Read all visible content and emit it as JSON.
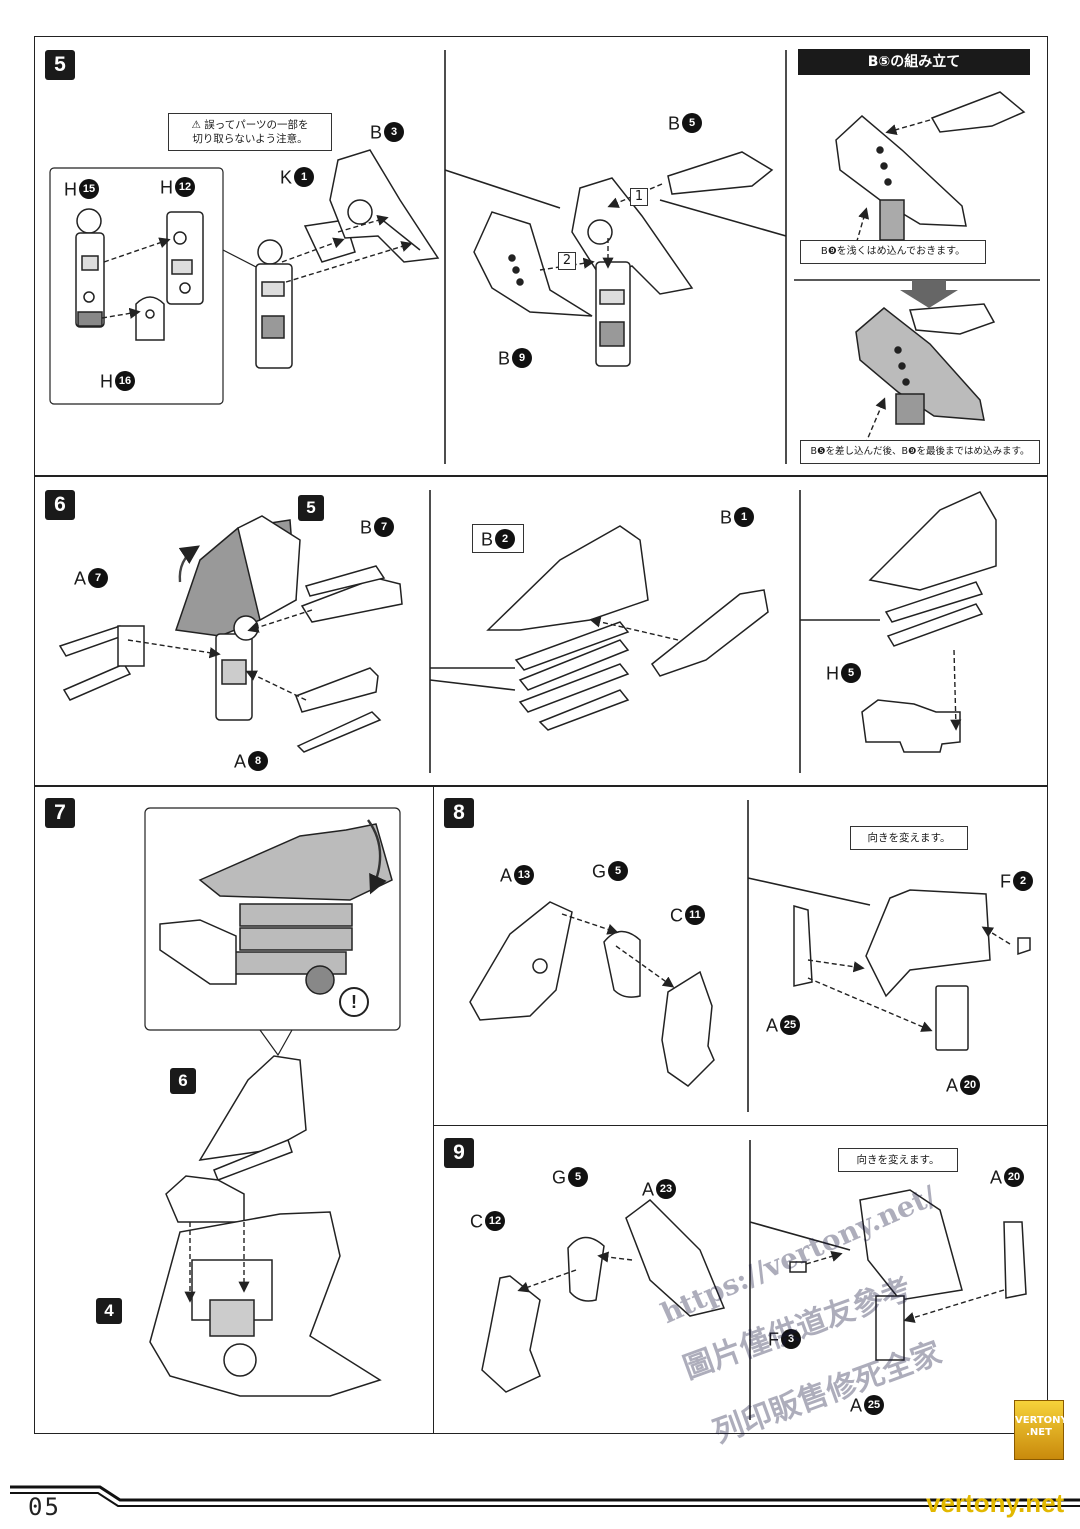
{
  "steps": {
    "s5": "5",
    "s6": "6",
    "s7": "7",
    "s8": "8",
    "s9": "9",
    "sub5": "5",
    "sub6": "6",
    "sub4": "4"
  },
  "notes": {
    "caution_line1": "⚠ 誤ってパーツの一部を",
    "caution_line2": "切り取らないよう注意。",
    "assembly_title": "B⑤の組み立て",
    "shallow": "B❾を浅くはめ込んでおきます。",
    "fullpress": "B❺を差し込んだ後、B❾を最後まではめ込みます。",
    "rotate8": "向きを変えます。",
    "rotate9": "向きを変えます。"
  },
  "order": {
    "one": "1",
    "two": "2"
  },
  "labels": {
    "p5_h15": {
      "l": "H",
      "n": "15"
    },
    "p5_h12": {
      "l": "H",
      "n": "12"
    },
    "p5_h16": {
      "l": "H",
      "n": "16"
    },
    "p5_k1": {
      "l": "K",
      "n": "1"
    },
    "p5_b3": {
      "l": "B",
      "n": "3"
    },
    "p5_b5": {
      "l": "B",
      "n": "5"
    },
    "p5_b9": {
      "l": "B",
      "n": "9"
    },
    "p6_a7": {
      "l": "A",
      "n": "7"
    },
    "p6_b7": {
      "l": "B",
      "n": "7"
    },
    "p6_a8": {
      "l": "A",
      "n": "8"
    },
    "p6_b2": {
      "l": "B",
      "n": "2"
    },
    "p6_b1": {
      "l": "B",
      "n": "1"
    },
    "p6_h5": {
      "l": "H",
      "n": "5"
    },
    "p8_a13": {
      "l": "A",
      "n": "13"
    },
    "p8_g5": {
      "l": "G",
      "n": "5"
    },
    "p8_c11": {
      "l": "C",
      "n": "11"
    },
    "p8_f2": {
      "l": "F",
      "n": "2"
    },
    "p8_a25": {
      "l": "A",
      "n": "25"
    },
    "p8_a20": {
      "l": "A",
      "n": "20"
    },
    "p9_g5": {
      "l": "G",
      "n": "5"
    },
    "p9_a23": {
      "l": "A",
      "n": "23"
    },
    "p9_c12": {
      "l": "C",
      "n": "12"
    },
    "p9_a20": {
      "l": "A",
      "n": "20"
    },
    "p9_f3": {
      "l": "F",
      "n": "3"
    },
    "p9_a25": {
      "l": "A",
      "n": "25"
    }
  },
  "watermark": {
    "url": "https://vertony.net/",
    "line1": "圖片僅供道友參考",
    "line2": "列印販售修死全家",
    "badge": "VERTONY .NET"
  },
  "footer": {
    "page": "05",
    "site": "vertony.net"
  }
}
